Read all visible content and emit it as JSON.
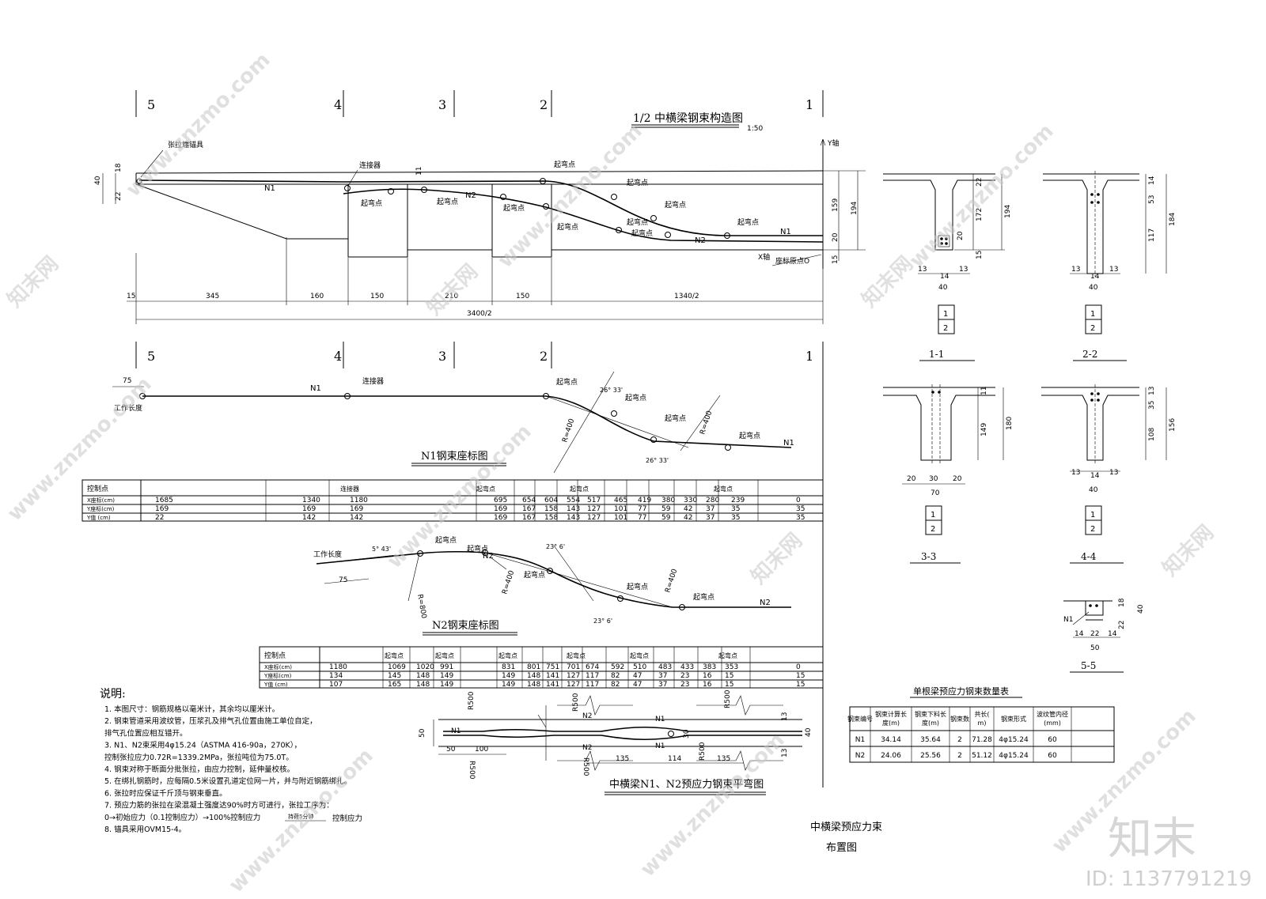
{
  "main_title": "1/2 中横梁钢束构造图",
  "main_scale": "1:50",
  "section_marks": [
    "5",
    "4",
    "3",
    "2",
    "1"
  ],
  "labels": {
    "anchor": "张拉端锚具",
    "connector": "连接器",
    "bend_point": "起弯点",
    "n1": "N1",
    "n2": "N2",
    "y_axis": "Y轴",
    "x_axis": "X轴",
    "origin": "座标原点O",
    "work_length": "工作长度"
  },
  "elevation_dims": {
    "left_40": "40",
    "left_18": "18",
    "left_22": "22",
    "top_11": "11",
    "right_159": "159",
    "right_194": "194",
    "right_20": "20",
    "right_15": "15",
    "bottom": [
      "15",
      "345",
      "160",
      "150",
      "210",
      "150",
      "1340/2"
    ],
    "total": "3400/2"
  },
  "n1_plot": {
    "title": "N1钢束座标图",
    "dim_75": "75",
    "angle_top": "26° 33'",
    "angle_bottom": "26° 33'",
    "r1": "R=400",
    "r2": "R=400"
  },
  "n1_table": {
    "row_headers": [
      "控制点",
      "X座标(cm)",
      "Y座标(cm)",
      "Y值  (cm)"
    ],
    "labels": [
      "连接器",
      "起弯点",
      "起弯点",
      "起弯点"
    ],
    "x": [
      "1685",
      "1340",
      "1180",
      "695",
      "654",
      "604",
      "554",
      "517",
      "465",
      "419",
      "380",
      "330",
      "280",
      "239",
      "0"
    ],
    "y": [
      "169",
      "169",
      "169",
      "169",
      "167",
      "158",
      "143",
      "127",
      "101",
      "77",
      "59",
      "42",
      "37",
      "35",
      "35"
    ],
    "yv": [
      "22",
      "142",
      "142",
      "169",
      "167",
      "158",
      "143",
      "127",
      "101",
      "77",
      "59",
      "42",
      "37",
      "35",
      "35"
    ]
  },
  "n2_plot": {
    "title": "N2钢束座标图",
    "angle1": "5° 43'",
    "angle2": "23° 6'",
    "angle3": "23° 6'",
    "r800": "R=800",
    "r400a": "R=400",
    "r400b": "R=400",
    "dim_75": "75"
  },
  "n2_table": {
    "row_headers": [
      "控制点",
      "X座标(cm)",
      "Y座标(cm)",
      "Y值  (cm)"
    ],
    "labels": [
      "起弯点",
      "起弯点",
      "起弯点",
      "起弯点",
      "起弯点",
      "起弯点"
    ],
    "x": [
      "1180",
      "1069",
      "1020",
      "991",
      "831",
      "801",
      "751",
      "701",
      "674",
      "592",
      "510",
      "483",
      "433",
      "383",
      "353",
      "0"
    ],
    "y": [
      "134",
      "145",
      "148",
      "149",
      "149",
      "148",
      "141",
      "127",
      "117",
      "82",
      "47",
      "37",
      "23",
      "16",
      "15",
      "15"
    ],
    "yv": [
      "107",
      "165",
      "148",
      "149",
      "149",
      "148",
      "141",
      "127",
      "117",
      "82",
      "47",
      "37",
      "23",
      "16",
      "15",
      "15"
    ]
  },
  "notes": {
    "title": "说明:",
    "items": [
      "1. 本图尺寸：钢筋规格以毫米计，其余均以厘米计。",
      "2. 钢束管道采用波纹管，压浆孔及排气孔位置由施工单位自定，",
      "    排气孔位置应相互错开。",
      "3. N1、N2束采用4φ15.24（ASTMA 416-90a，270K），",
      "    控制张拉应力0.72R=1339.2MPa，张拉吨位为75.0T。",
      "4. 钢束对称于断面分批张拉，由应力控制，延伸量校核。",
      "5. 在绑扎钢筋时，应每隔0.5米设置孔道定位网一片，并与附近钢筋绑扎。",
      "6. 张拉时应保证千斤顶与钢束垂直。",
      "7. 预应力筋的张拉在梁混凝土强度达90%时方可进行，张拉工序为：",
      "    0→初始应力（0.1控制应力）→100%控制应力",
      "8. 锚具采用OVM15-4。"
    ],
    "hold": "持荷5分钟",
    "end": "控制应力"
  },
  "plan": {
    "title": "中横梁N1、N2预应力钢束平弯图",
    "r500": "R500",
    "dims": [
      "50",
      "100",
      "135",
      "114",
      "135",
      "50",
      "30",
      "40",
      "13"
    ]
  },
  "sections": {
    "s11": {
      "name": "1-1",
      "dims": [
        "22",
        "172",
        "194",
        "20",
        "15",
        "13",
        "14",
        "13",
        "40"
      ]
    },
    "s22": {
      "name": "2-2",
      "dims": [
        "14",
        "53",
        "184",
        "117",
        "13",
        "14",
        "13",
        "40"
      ]
    },
    "s33": {
      "name": "3-3",
      "dims": [
        "11",
        "149",
        "180",
        "20",
        "30",
        "20",
        "70"
      ]
    },
    "s44": {
      "name": "4-4",
      "dims": [
        "13",
        "35",
        "108",
        "156",
        "13",
        "14",
        "13",
        "40"
      ]
    },
    "s55": {
      "name": "5-5",
      "dims": [
        "18",
        "22",
        "40",
        "14",
        "22",
        "14",
        "50"
      ],
      "label": "N1"
    },
    "box": [
      "1",
      "2"
    ]
  },
  "qty_table": {
    "title": "单根梁预应力钢束数量表",
    "headers": [
      "钢束编号",
      "钢束计算长度(m)",
      "钢束下料长度(m)",
      "钢束数",
      "共长(m)",
      "钢束形式",
      "波纹管内径(mm)"
    ],
    "rows": [
      [
        "N1",
        "34.14",
        "35.64",
        "2",
        "71.28",
        "4φ15.24",
        "60"
      ],
      [
        "N2",
        "24.06",
        "25.56",
        "2",
        "51.12",
        "4φ15.24",
        "60"
      ]
    ]
  },
  "drawing_title": [
    "中横梁预应力束",
    "布置图"
  ],
  "watermark": {
    "site": "www.znzmo.com",
    "brand": "知末网",
    "logo": "知末",
    "id": "ID: 1137791219"
  }
}
